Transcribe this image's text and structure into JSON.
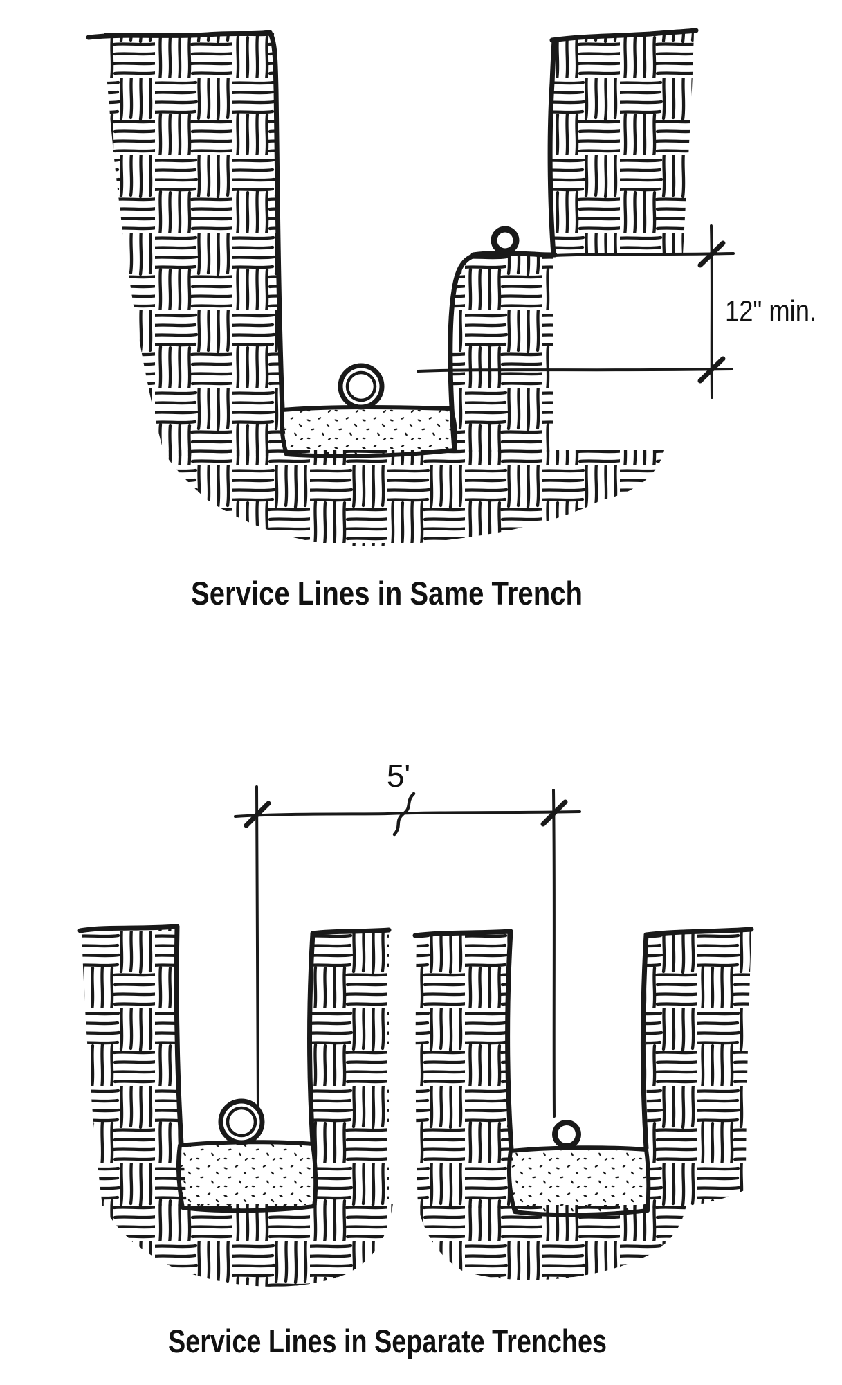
{
  "page": {
    "kind": "hand-drawn construction detail sketch",
    "ink_color": "#191919",
    "paper_color": "#ffffff"
  },
  "figures": {
    "same_trench": {
      "title": "Service Lines in Same Trench",
      "dimension": {
        "label": "12\" min."
      }
    },
    "separate_trenches": {
      "title": "Service Lines in Separate Trenches",
      "dimension": {
        "label": "5'"
      }
    }
  }
}
